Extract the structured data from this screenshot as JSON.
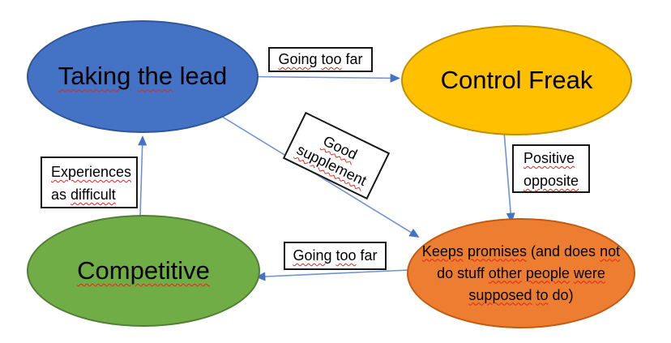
{
  "diagram_title": "",
  "colors": {
    "background": "#FFFFFF",
    "arrow_line": "#6F92D4",
    "arrow_head": "#4472C4",
    "squiggle_red": "#E0261C",
    "label_border": "#161616",
    "node_text": "#000000"
  },
  "nodes": [
    {
      "id": "taking-the-lead",
      "label": "Taking the lead",
      "fill": "#4472C4",
      "border": "#2F5597",
      "segments": [
        {
          "text": "Taking",
          "misspelled": true
        },
        {
          "text": "the",
          "misspelled": true
        },
        {
          "text": "lead",
          "misspelled": false
        }
      ]
    },
    {
      "id": "control-freak",
      "label": "Control Freak",
      "fill": "#FFC000",
      "border": "#BF9000",
      "segments": [
        {
          "text": "Control Freak",
          "misspelled": false
        }
      ]
    },
    {
      "id": "competitive",
      "label": "Competitive",
      "fill": "#70AD47",
      "border": "#507E32",
      "segments": [
        {
          "text": "Competitive",
          "misspelled": true
        }
      ]
    },
    {
      "id": "keeps-promises",
      "label": "Keeps promises (and does not do stuff other people were supposed to do)",
      "fill": "#ED7D31",
      "border": "#C55A11",
      "lines": [
        [
          {
            "text": "Keeps",
            "misspelled": true
          },
          {
            "text": "promises",
            "misspelled": true
          },
          {
            "text": "(and does",
            "misspelled": false
          },
          {
            "text": "not",
            "misspelled": true
          }
        ],
        [
          {
            "text": "do stuff",
            "misspelled": false
          },
          {
            "text": "other",
            "misspelled": true
          },
          {
            "text": "people",
            "misspelled": true
          },
          {
            "text": "were",
            "misspelled": true
          }
        ],
        [
          {
            "text": "supposed",
            "misspelled": true
          },
          {
            "text": "to",
            "misspelled": true
          },
          {
            "text": "do)",
            "misspelled": false
          }
        ]
      ]
    }
  ],
  "edge_labels": [
    {
      "id": "going-too-far-top",
      "label": "Going too far",
      "segments": [
        {
          "text": "Going",
          "misspelled": true
        },
        {
          "text": "too",
          "misspelled": true
        },
        {
          "text": "far",
          "misspelled": false
        }
      ]
    },
    {
      "id": "good-supplement",
      "label": "Good supplement",
      "rotation_deg": 26,
      "lines": [
        [
          {
            "text": "Good",
            "misspelled": true
          }
        ],
        [
          {
            "text": "supplement",
            "misspelled": true
          }
        ]
      ]
    },
    {
      "id": "experiences-as-difficult",
      "label": "Experiences as difficult",
      "lines": [
        [
          {
            "text": "Experiences",
            "misspelled": true
          }
        ],
        [
          {
            "text": "as",
            "misspelled": false
          },
          {
            "text": "difficult",
            "misspelled": true
          }
        ]
      ]
    },
    {
      "id": "positive-opposite",
      "label": "Positive opposite",
      "lines": [
        [
          {
            "text": "Positive",
            "misspelled": true
          }
        ],
        [
          {
            "text": "opposite",
            "misspelled": true
          }
        ]
      ]
    },
    {
      "id": "going-too-far-bottom",
      "label": "Going too far",
      "segments": [
        {
          "text": "Going",
          "misspelled": true
        },
        {
          "text": "too",
          "misspelled": true
        },
        {
          "text": "far",
          "misspelled": false
        }
      ]
    }
  ],
  "edges": [
    {
      "from": "taking-the-lead",
      "to": "control-freak",
      "label": "Going too far"
    },
    {
      "from": "taking-the-lead",
      "to": "keeps-promises",
      "label": "Good supplement"
    },
    {
      "from": "control-freak",
      "to": "keeps-promises",
      "label": "Positive opposite"
    },
    {
      "from": "keeps-promises",
      "to": "competitive",
      "label": "Going too far"
    },
    {
      "from": "competitive",
      "to": "taking-the-lead",
      "label": "Experiences as difficult"
    }
  ]
}
